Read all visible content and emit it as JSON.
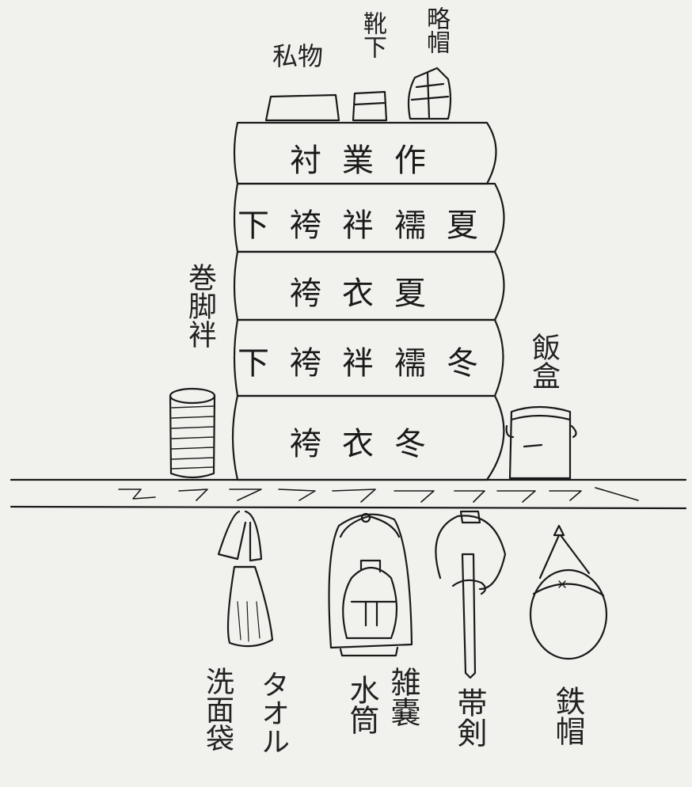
{
  "stack_layers": [
    "衬業作",
    "下袴袢襦夏",
    "袴衣夏",
    "下袴袢襦冬",
    "袴衣冬"
  ],
  "top_items": {
    "left": "私物",
    "middle": "靴下",
    "right": "略帽"
  },
  "side_items": {
    "left": "巻脚袢",
    "right": "飯盒"
  },
  "hanging_items": {
    "wash_bag": "洗面袋",
    "towel": "タオル",
    "canteen": "水筒",
    "haversack": "雑嚢",
    "bayonet": "帯剣",
    "helmet": "鉄帽"
  },
  "colors": {
    "paper": "#f1f1ee",
    "ink": "#1a1a1a"
  }
}
